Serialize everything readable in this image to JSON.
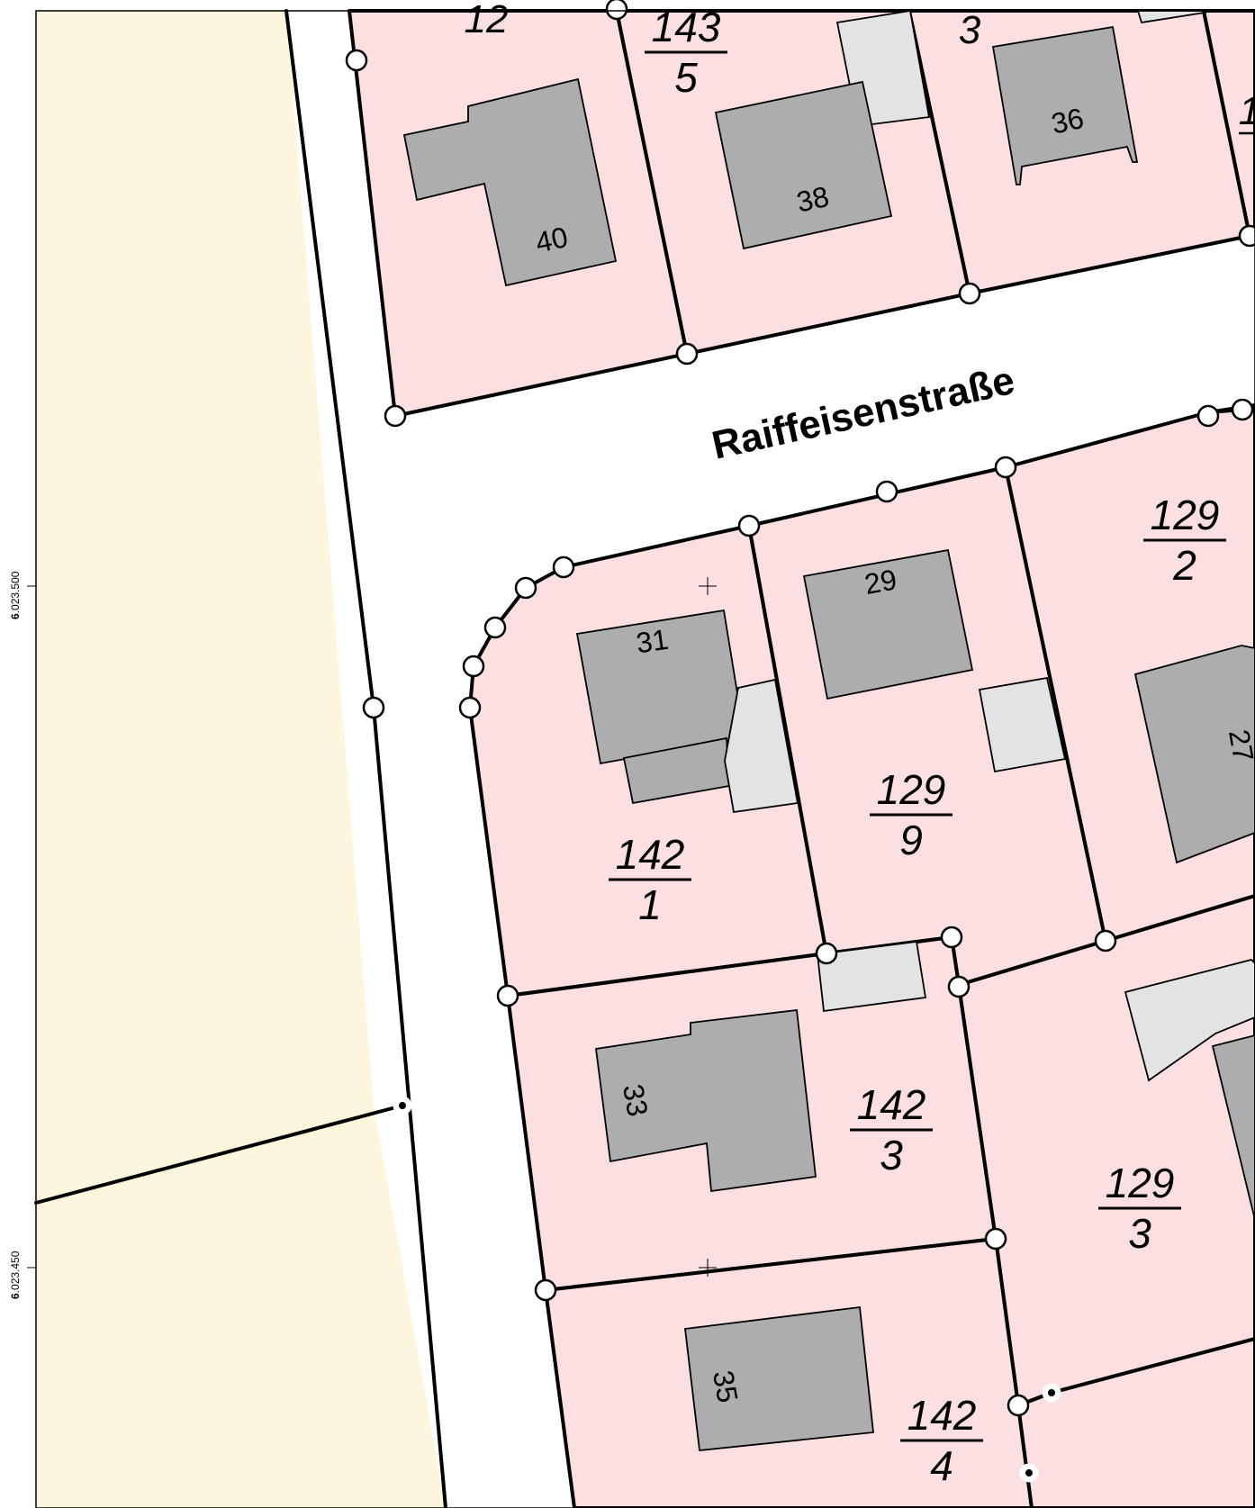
{
  "colors": {
    "parcel_residential": "#fbdfe1",
    "parcel_agricultural": "#fdf6dc",
    "building_main": "#adadad",
    "building_secondary": "#e3e3e3",
    "street": "#ffffff",
    "boundary": "#000000"
  },
  "street": {
    "name": "Raiffeisenstraße"
  },
  "grid_coordinates": [
    {
      "prefix": "6",
      "rest": ".023.500"
    },
    {
      "prefix": "6",
      "rest": ".023.450"
    }
  ],
  "parcels": [
    {
      "numerator": "143",
      "denominator": "5"
    },
    {
      "numerator": "142",
      "denominator": "1"
    },
    {
      "numerator": "129",
      "denominator": "9"
    },
    {
      "numerator": "129",
      "denominator": "2"
    },
    {
      "numerator": "142",
      "denominator": "3"
    },
    {
      "numerator": "129",
      "denominator": "3"
    },
    {
      "numerator": "142",
      "denominator": "4"
    }
  ],
  "parcel_fragments": [
    "12",
    "3",
    "1"
  ],
  "house_numbers": [
    "40",
    "38",
    "36",
    "31",
    "29",
    "27",
    "33",
    "35"
  ]
}
